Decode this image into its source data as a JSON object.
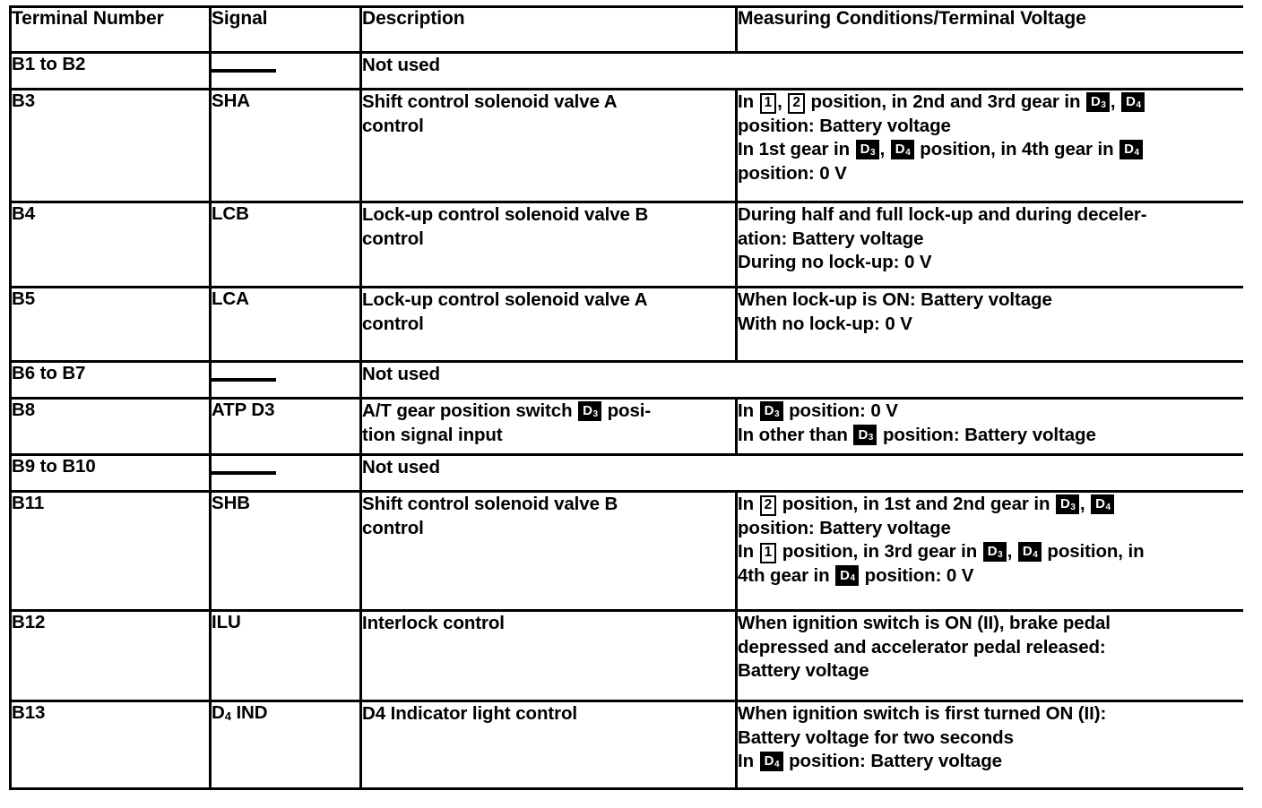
{
  "table": {
    "headers": {
      "terminal_number": "Terminal Number",
      "signal": "Signal",
      "description": "Description",
      "measuring": "Measuring Conditions/Terminal Voltage"
    },
    "not_used_label": "Not used",
    "rows": [
      {
        "terminal": "B1 to B2",
        "signal": "—",
        "signal_is_dash": true,
        "not_used": true,
        "description": "Not used",
        "measuring_lines": []
      },
      {
        "terminal": "B3",
        "signal": "SHA",
        "signal_is_dash": false,
        "not_used": false,
        "description_lines": [
          "Shift control solenoid valve A",
          "control"
        ],
        "measuring_lines": [
          "In [1], [2] position, in 2nd and 3rd gear in [D3], [D4]",
          "position: Battery voltage",
          "In 1st gear in [D3], [D4] position, in 4th gear in [D4]",
          "position: 0 V"
        ]
      },
      {
        "terminal": "B4",
        "signal": "LCB",
        "signal_is_dash": false,
        "not_used": false,
        "description_lines": [
          "Lock-up control solenoid valve B",
          "control"
        ],
        "measuring_lines": [
          "During half and full lock-up and during deceler-",
          "ation: Battery voltage",
          "During no lock-up: 0 V"
        ]
      },
      {
        "terminal": "B5",
        "signal": "LCA",
        "signal_is_dash": false,
        "not_used": false,
        "description_lines": [
          "Lock-up control solenoid valve A",
          "control"
        ],
        "measuring_lines": [
          "When lock-up is ON: Battery voltage",
          "With no lock-up: 0 V"
        ]
      },
      {
        "terminal": "B6 to B7",
        "signal": "—",
        "signal_is_dash": true,
        "not_used": true,
        "description": "Not used",
        "measuring_lines": []
      },
      {
        "terminal": "B8",
        "signal": "ATP D3",
        "signal_is_dash": false,
        "not_used": false,
        "description_lines": [
          "A/T gear position switch [D3] posi-",
          "tion signal input"
        ],
        "measuring_lines": [
          "In [D3] position: 0 V",
          "In other than [D3] position: Battery voltage"
        ]
      },
      {
        "terminal": "B9 to B10",
        "signal": "—",
        "signal_is_dash": true,
        "not_used": true,
        "description": "Not used",
        "measuring_lines": []
      },
      {
        "terminal": "B11",
        "signal": "SHB",
        "signal_is_dash": false,
        "not_used": false,
        "description_lines": [
          "Shift control solenoid valve B",
          "control"
        ],
        "measuring_lines": [
          "In [2] position, in 1st and 2nd gear in [D3], [D4]",
          "position: Battery voltage",
          "In [1] position, in 3rd gear in [D3], [D4] position, in",
          "4th gear in [D4] position: 0 V"
        ]
      },
      {
        "terminal": "B12",
        "signal": "ILU",
        "signal_is_dash": false,
        "not_used": false,
        "description_lines": [
          "Interlock control"
        ],
        "measuring_lines": [
          "When ignition switch is ON (II), brake pedal",
          "depressed and accelerator pedal released:",
          "Battery voltage"
        ]
      },
      {
        "terminal": "B13",
        "signal": "D4 IND",
        "signal_subscript": true,
        "signal_is_dash": false,
        "not_used": false,
        "description_lines": [
          "D4 Indicator light control"
        ],
        "measuring_lines": [
          "When ignition switch is first turned ON (II):",
          "Battery voltage for two seconds",
          "In [D4] position: Battery voltage"
        ]
      }
    ]
  },
  "colors": {
    "ink": "#000000",
    "paper": "#ffffff"
  }
}
